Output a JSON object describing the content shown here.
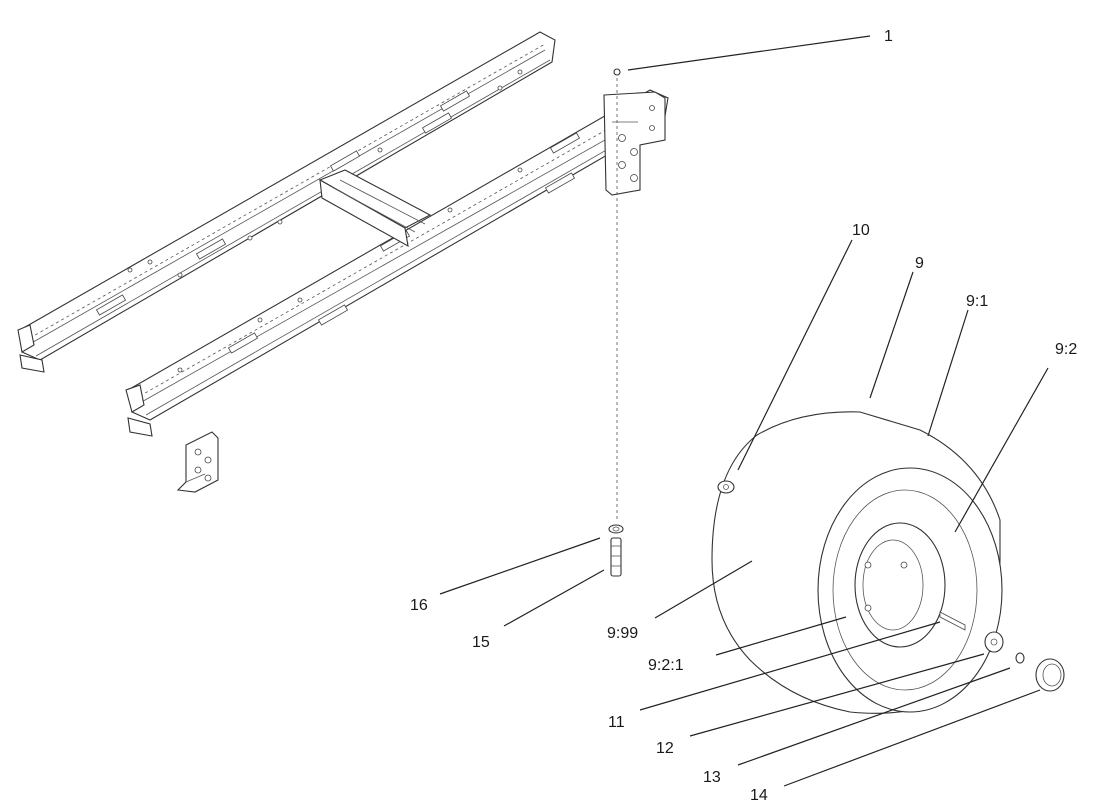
{
  "callouts": [
    {
      "id": "c1",
      "label": "1"
    },
    {
      "id": "c10",
      "label": "10"
    },
    {
      "id": "c9",
      "label": "9"
    },
    {
      "id": "c91",
      "label": "9:1"
    },
    {
      "id": "c92",
      "label": "9:2"
    },
    {
      "id": "c16",
      "label": "16"
    },
    {
      "id": "c15",
      "label": "15"
    },
    {
      "id": "c999",
      "label": "9:99"
    },
    {
      "id": "c921",
      "label": "9:2:1"
    },
    {
      "id": "c11",
      "label": "11"
    },
    {
      "id": "c12",
      "label": "12"
    },
    {
      "id": "c13",
      "label": "13"
    },
    {
      "id": "c14",
      "label": "14"
    }
  ]
}
